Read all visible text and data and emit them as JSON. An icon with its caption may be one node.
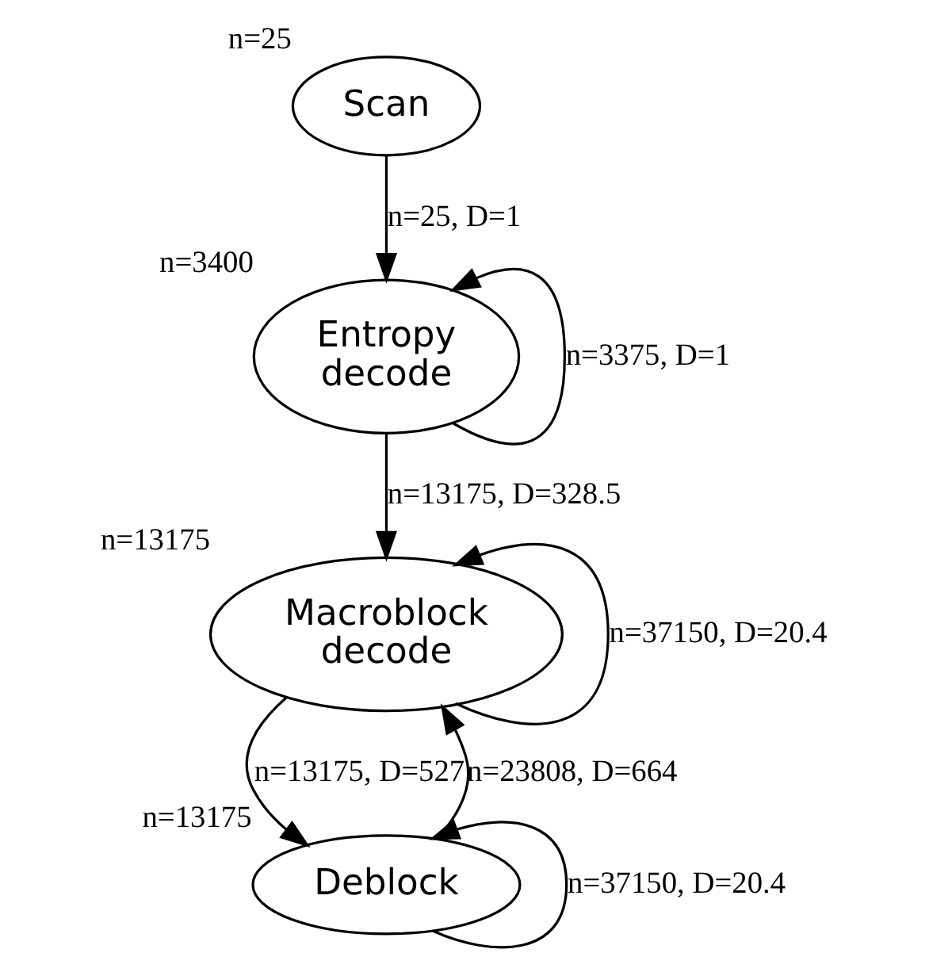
{
  "diagram": {
    "nodes": [
      {
        "text": [
          "Scan"
        ],
        "beside": [
          "n=25"
        ]
      },
      {
        "text": [
          "Entropy decode"
        ],
        "beside": [
          "n=3400"
        ]
      },
      {
        "text": [
          "Macroblock decode"
        ],
        "beside": [
          "n=13175"
        ]
      },
      {
        "text": [
          "Deblock"
        ],
        "beside": [
          "n=13175"
        ]
      }
    ],
    "edges": [
      {
        "from": 0,
        "to": 1,
        "arrow": "to",
        "label": "n=25, D=1"
      },
      {
        "from": 1,
        "to": 1,
        "arrow": "to",
        "label": "n=3375, D=1"
      },
      {
        "from": 1,
        "to": 2,
        "arrow": "to",
        "label": "n=13175, D=328.5"
      },
      {
        "from": 2,
        "to": 2,
        "arrow": "to",
        "label": "n=37150, D=20.4"
      },
      {
        "from": 2,
        "to": 3,
        "arrow": "to",
        "label": "n=13175, D=527"
      },
      {
        "from": 3,
        "to": 2,
        "arrow": "to",
        "label": "n=23808, D=664"
      },
      {
        "from": 3,
        "to": 3,
        "arrow": "to",
        "label": "n=37150, D=20.4"
      }
    ]
  }
}
